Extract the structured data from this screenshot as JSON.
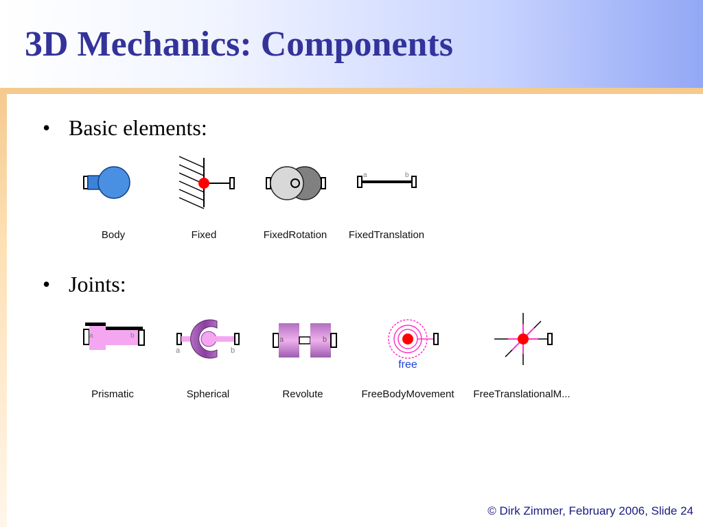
{
  "slide": {
    "title": "3D Mechanics: Components",
    "footer": "© Dirk Zimmer, February 2006, Slide 24"
  },
  "sections": [
    {
      "bullet": "•",
      "heading": "Basic elements:",
      "components": [
        {
          "label": "Body",
          "icon": "body-icon"
        },
        {
          "label": "Fixed",
          "icon": "fixed-icon"
        },
        {
          "label": "FixedRotation",
          "icon": "fixed-rotation-icon"
        },
        {
          "label": "FixedTranslation",
          "icon": "fixed-translation-icon",
          "port_a": "a",
          "port_b": "b"
        }
      ]
    },
    {
      "bullet": "•",
      "heading": "Joints:",
      "components": [
        {
          "label": "Prismatic",
          "icon": "prismatic-icon",
          "port_a": "a",
          "port_b": "b"
        },
        {
          "label": "Spherical",
          "icon": "spherical-icon",
          "port_a": "a",
          "port_b": "b"
        },
        {
          "label": "Revolute",
          "icon": "revolute-icon",
          "port_a": "a",
          "port_b": "b"
        },
        {
          "label": "FreeBodyMovement",
          "icon": "free-body-movement-icon",
          "icon_text": "free"
        },
        {
          "label": "FreeTranslationalM...",
          "icon": "free-translational-movement-icon"
        }
      ]
    }
  ],
  "colors": {
    "title": "#33339a",
    "footer": "#1a1a80",
    "body_blue": "#4a90e2",
    "joint_pink": "#f4a7f0",
    "joint_purple": "#b070c0",
    "marker_red": "#ff0000"
  }
}
